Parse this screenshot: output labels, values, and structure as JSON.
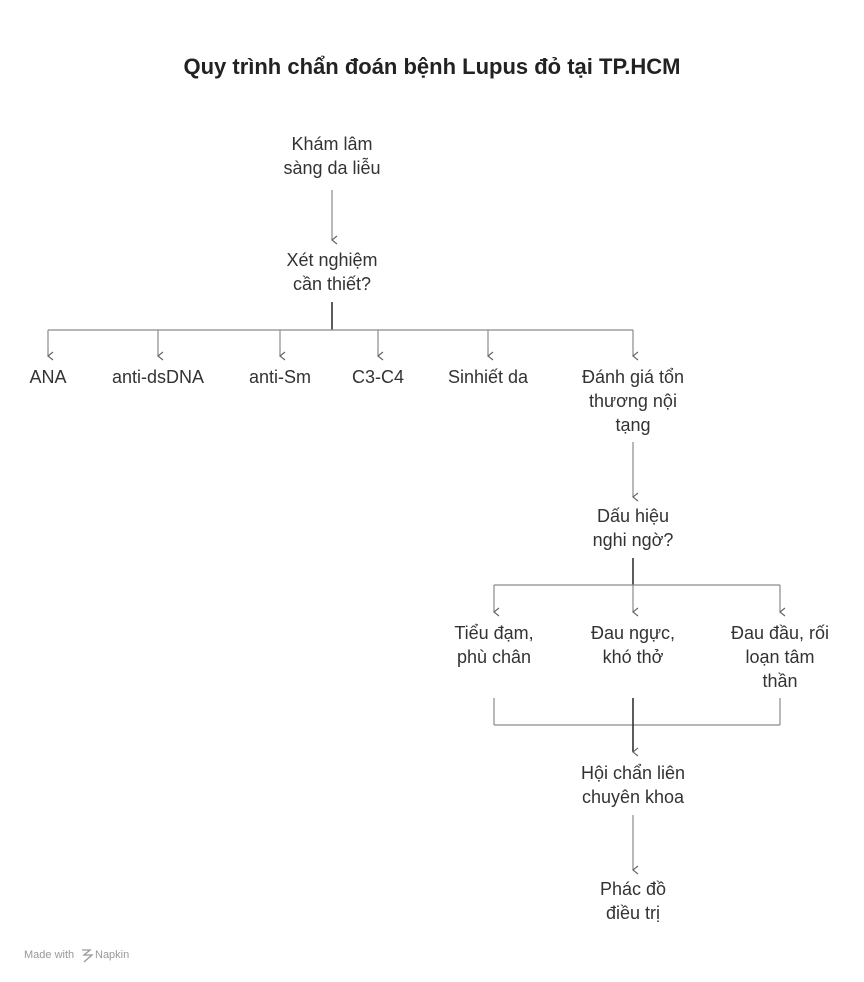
{
  "title": "Quy trình chẩn đoán bệnh Lupus đỏ tại TP.HCM",
  "nodes": {
    "exam": [
      "Khám lâm",
      "sàng da liễu"
    ],
    "tests": [
      "Xét nghiệm",
      "cần thiết?"
    ],
    "ana": "ANA",
    "dsdna": "anti-dsDNA",
    "sm": "anti-Sm",
    "c3c4": "C3-C4",
    "biopsy": "Sinhiết da",
    "organ": [
      "Đánh giá tổn",
      "thương nội",
      "tạng"
    ],
    "signs": [
      "Dấu hiệu",
      "nghi ngờ?"
    ],
    "kidney": [
      "Tiểu đạm,",
      "phù chân"
    ],
    "chest": [
      "Đau ngực,",
      "khó thở"
    ],
    "neuro": [
      "Đau đầu, rối",
      "loạn tâm",
      "thần"
    ],
    "consult": [
      "Hội chẩn liên",
      "chuyên khoa"
    ],
    "treatment": [
      "Phác đồ",
      "điều trị"
    ]
  },
  "footer": {
    "made_with": "Made with",
    "brand": "Napkin"
  }
}
